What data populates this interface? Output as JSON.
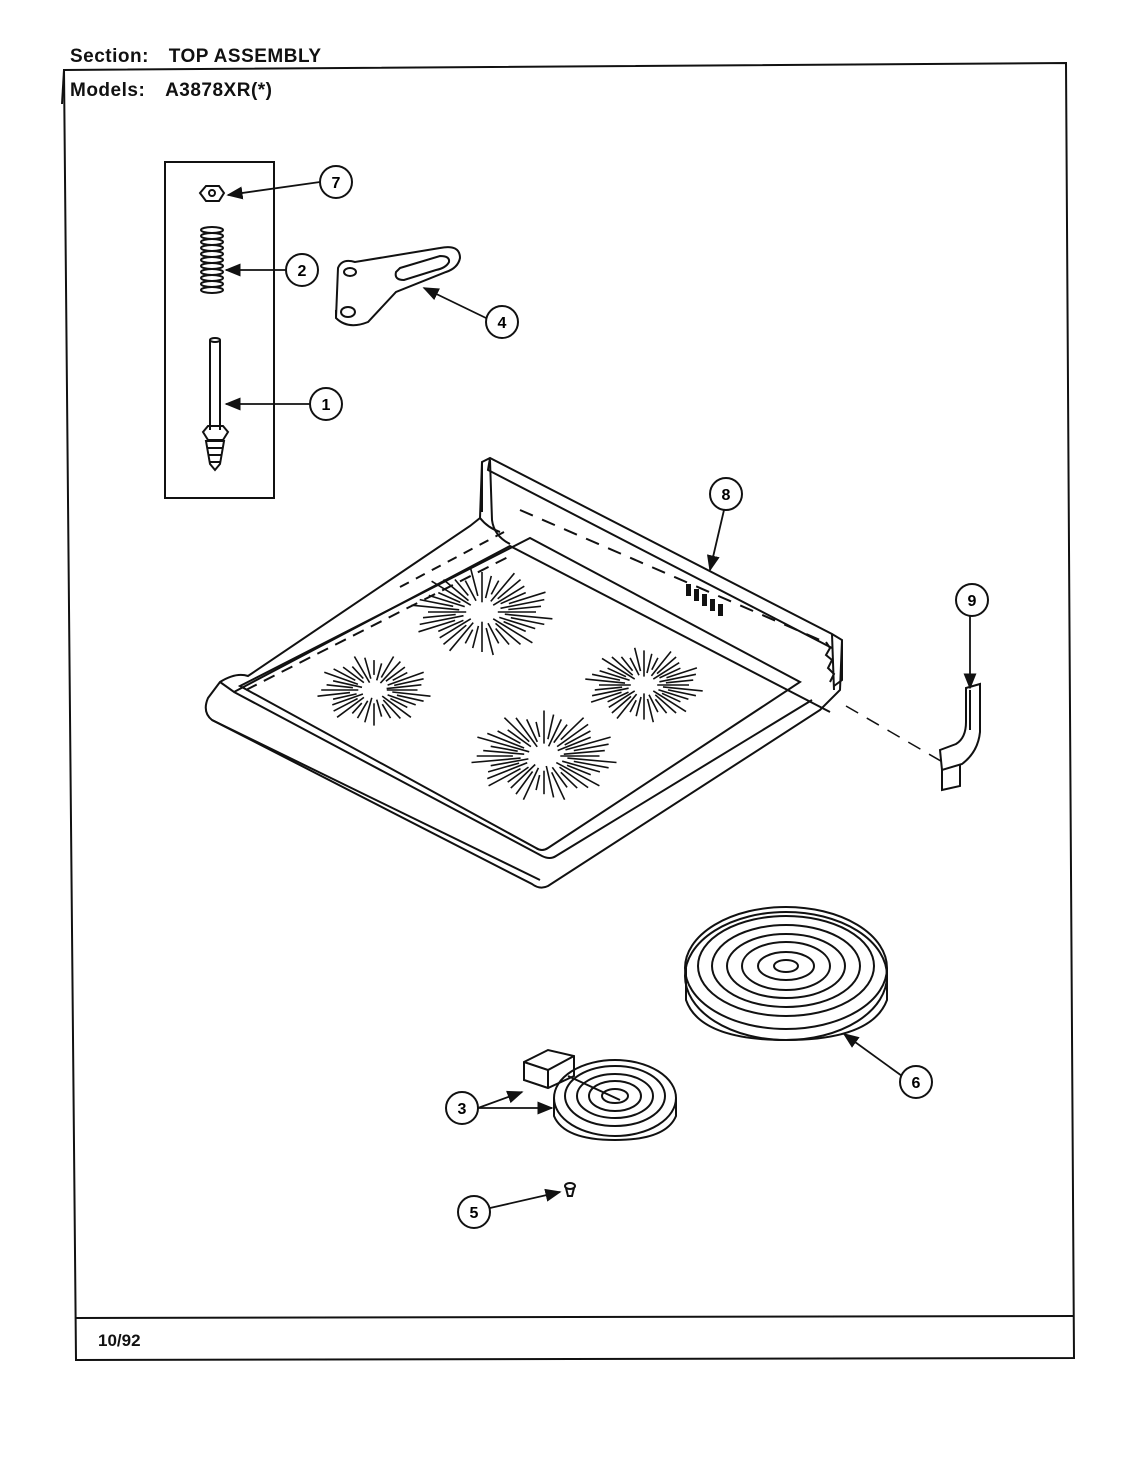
{
  "header": {
    "section_label": "Section:",
    "section_value": "TOP ASSEMBLY",
    "models_label": "Models:",
    "models_value": "A3878XR(*)"
  },
  "footer": {
    "date": "10/92"
  },
  "callouts": [
    "1",
    "2",
    "3",
    "4",
    "5",
    "6",
    "7",
    "8",
    "9"
  ],
  "colors": {
    "ink": "#111111",
    "paper": "#ffffff"
  }
}
